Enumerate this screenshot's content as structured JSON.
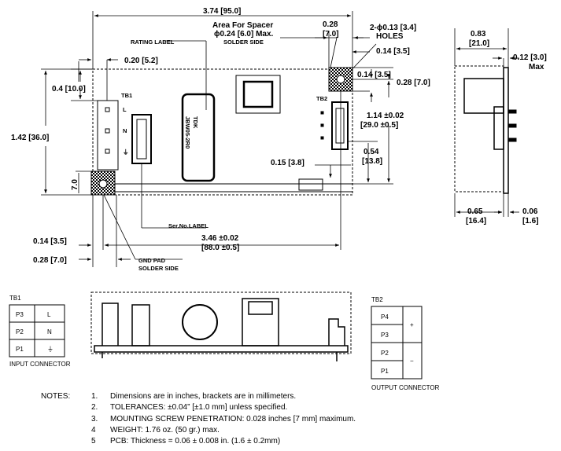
{
  "dims": {
    "overall_length": "3.74 [95.0]",
    "spacer_offset": "0.28",
    "spacer_offset_mm": "[7.0]",
    "holes_spec": "2-ϕ0.13 [3.4]",
    "holes_word": "HOLES",
    "spacer_area_title": "Area For Spacer",
    "spacer_area_size": "ϕ0.24 [6.0] Max.",
    "spacer_area_side": "SOLDER SIDE",
    "rating_label": "RATING LABEL",
    "tb1_offset": "0.20 [5.2]",
    "top_inset": "0.4 [10.0]",
    "tb1_tag": "TB1",
    "tb2_tag": "TB2",
    "hole_edge": "0.14 [3.5]",
    "hole_top": "0.14 [3.5]",
    "hole_side": "0.28 [7.0]",
    "height": "1.42 [36.0]",
    "tb2_span": "1.14 ±0.02",
    "tb2_span_mm": "[29.0 ±0.5]",
    "tb2_bottom": "0.54",
    "tb2_bottom_mm": "[13.8]",
    "bottom_offset": "0.15 [3.8]",
    "left_mark": "7.0",
    "ser_label": "Ser.No.LABEL",
    "bottom_hole_x": "0.14 [3.5]",
    "hole_pitch": "3.46 ±0.02",
    "hole_pitch_mm": "[88.0 ±0.5]",
    "bottom_hole_edge": "0.28 [7.0]",
    "gnd_pad": "GND PAD",
    "solder_side": "SOLDER SIDE",
    "label_text_1": "JBW05-2R0",
    "label_text_2": "TDK",
    "tb1_pins": [
      "L",
      "N",
      "⏚"
    ]
  },
  "side_view": {
    "depth": "0.83",
    "depth_mm": "[21.0]",
    "pcb_max": "0.12 [3.0]",
    "max_word": "Max",
    "body_depth": "0.65",
    "body_depth_mm": "[16.4]",
    "pcb_thk": "0.06",
    "pcb_thk_mm": "[1.6]"
  },
  "tb1_table": {
    "title": "TB1",
    "rows": [
      {
        "pin": "P3",
        "sig": "L"
      },
      {
        "pin": "P2",
        "sig": "N"
      },
      {
        "pin": "P1",
        "sig": "⏚"
      }
    ],
    "caption": "INPUT CONNECTOR"
  },
  "tb2_table": {
    "title": "TB2",
    "pins": [
      "P4",
      "P3",
      "P2",
      "P1"
    ],
    "plus": "+",
    "minus": "−",
    "caption": "OUTPUT CONNECTOR"
  },
  "notes": {
    "heading": "NOTES:",
    "items": [
      {
        "n": "1.",
        "text": "Dimensions are in inches,  brackets are in millimeters."
      },
      {
        "n": "2.",
        "text": "TOLERANCES:  ±0.04” [±1.0 mm] unless specified."
      },
      {
        "n": "3.",
        "text": "MOUNTING SCREW PENETRATION: 0.028 inches [7 mm] maximum."
      },
      {
        "n": "4",
        "text": "WEIGHT: 1.76 oz. (50 gr.) max."
      },
      {
        "n": "5",
        "text": "PCB: Thickness =   0.06 ± 0.008 in.  (1.6 ± 0.2mm)"
      }
    ]
  }
}
